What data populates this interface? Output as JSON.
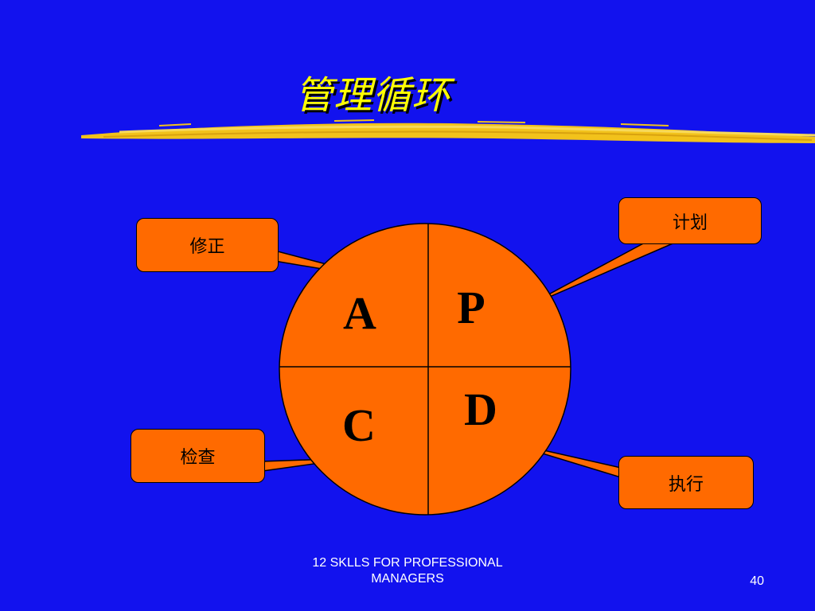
{
  "slide": {
    "title": "管理循环",
    "footer_line1": "12 SKLLS FOR PROFESSIONAL",
    "footer_line2": "MANAGERS",
    "page_number": "40"
  },
  "cycle": {
    "quadrants": {
      "top_left": "A",
      "top_right": "P",
      "bottom_right": "D",
      "bottom_left": "C"
    },
    "callouts": {
      "plan": "计划",
      "do": "执行",
      "check": "检查",
      "act": "修正"
    }
  },
  "colors": {
    "background": "#1212ee",
    "title": "#ffff00",
    "circle_fill": "#ff6a00",
    "callout_fill": "#ff6a00",
    "underline_stroke": "#f2c21b"
  }
}
